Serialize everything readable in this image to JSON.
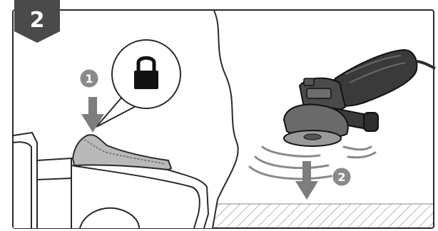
{
  "step_badge": {
    "number": "2"
  },
  "callouts": [
    {
      "number": "1"
    },
    {
      "number": "2"
    }
  ],
  "icons": {
    "lock": "padlock-closed-icon",
    "press_arrow": "arrow-down-icon",
    "lower_arrow": "arrow-down-icon",
    "vibration": "motion-lines-icon"
  },
  "colors": {
    "badge_bg": "#4a4a4a",
    "callout_bg": "#8a8a8a",
    "line": "#222222",
    "arrow": "#7d7d7d",
    "lever": "#b9b9b9",
    "tool_dark": "#3a3a3a"
  }
}
